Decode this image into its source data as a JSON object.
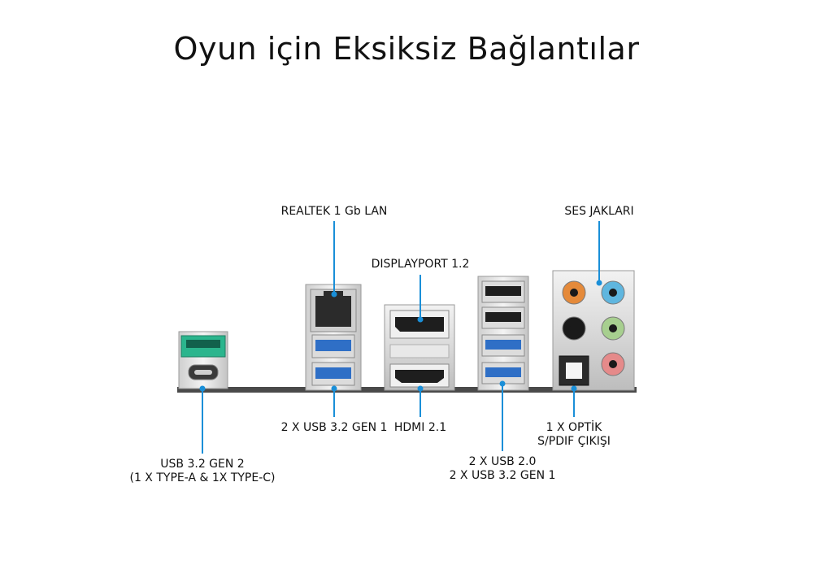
{
  "title": "Oyun için Eksiksiz Bağlantılar",
  "accent_color": "#1a8fd8",
  "labels": {
    "lan": "REALTEK 1 Gb LAN",
    "displayport": "DISPLAYPORT 1.2",
    "audio": "SES JAKLARI",
    "usb_gen1_pair": "2 X USB 3.2 GEN 1",
    "hdmi": "HDMI 2.1",
    "optical_line1": "1 X OPTİK",
    "optical_line2": "S/PDIF ÇIKIŞI",
    "usb_gen2_line1": "USB 3.2 GEN 2",
    "usb_gen2_line2": "(1 X TYPE-A & 1X TYPE-C)",
    "usb_stack_line1": "2 X USB 2.0",
    "usb_stack_line2": "2 X USB 3.2 GEN 1"
  },
  "audio_jack_colors": [
    "#e58a3a",
    "#5fb6df",
    "#1a1a1a",
    "#a7cf8f",
    "#e58a8a"
  ]
}
